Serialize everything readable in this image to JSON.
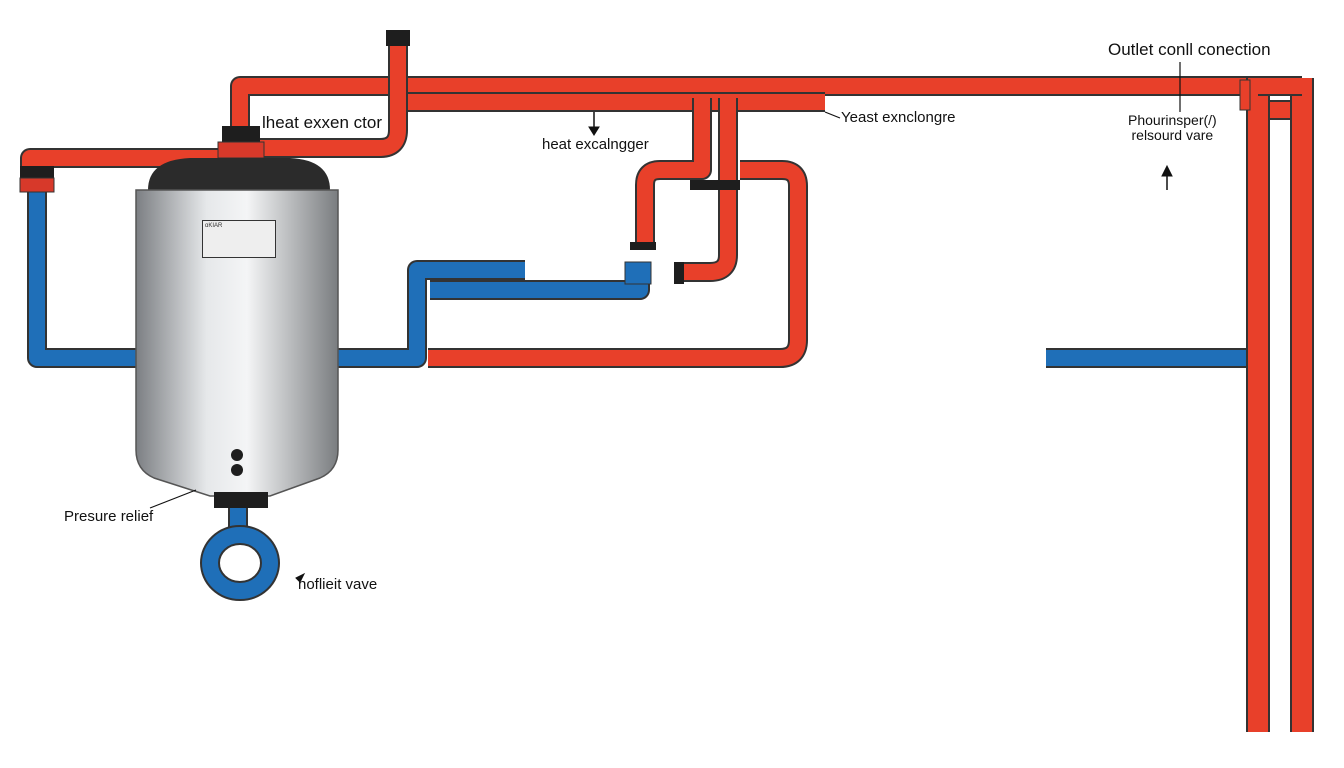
{
  "labels": {
    "outlet_connection": "Outlet conll conection",
    "heat_exxen_ctor": "lheat exxen ctor",
    "heat_excalngger": "heat excalngger",
    "yeast_exnclongre": "Yeast exnclongre",
    "phourinsper_line1": "Phourinsper(/)",
    "phourinsper_line2": "relsourd vare",
    "presure_relief": "Presure relief",
    "nofieit_vave": "noflieit vave",
    "tank_plate": "ɑKIAR"
  },
  "colors": {
    "hot_pipe": "#e8402a",
    "cold_pipe": "#1f6fb8",
    "pipe_outline": "#333333",
    "tank_body": "#b9bcbf",
    "tank_cap": "#2b2b2b",
    "fitting": "#1e1e1e",
    "text": "#111111"
  }
}
